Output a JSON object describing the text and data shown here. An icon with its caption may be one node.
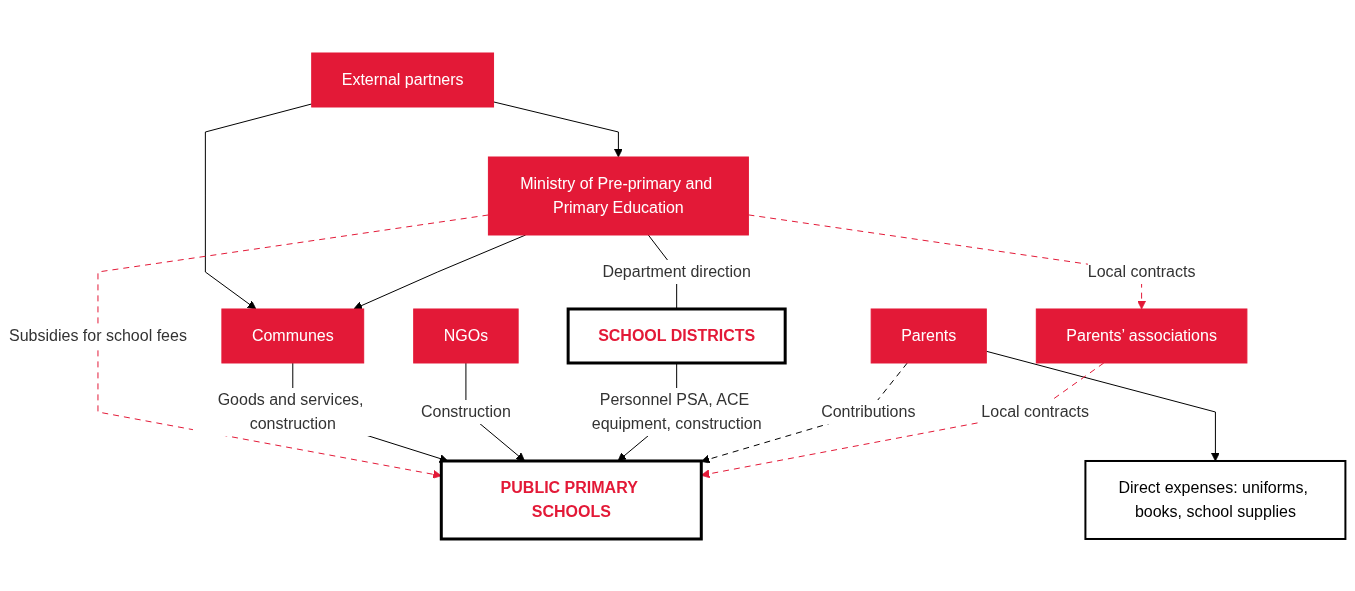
{
  "diagram": {
    "nodes": [
      {
        "text": [
          "External partners"
        ]
      },
      {
        "text": [
          "Ministry of Pre-primary and Primary Education"
        ]
      },
      {
        "text": [
          "Communes"
        ]
      },
      {
        "text": [
          "SCHOOL DISTRICTS"
        ]
      },
      {
        "text": [
          "Parents"
        ]
      },
      {
        "text": [
          "NGOs"
        ]
      },
      {
        "text": [
          "Parents’ associations"
        ]
      },
      {
        "text": [
          "PUBLIC PRIMARY SCHOOLS"
        ]
      },
      {
        "text": [
          "Direct expenses: uniforms, books, school supplies"
        ]
      }
    ],
    "edges": [
      {
        "from": 0,
        "to": 1,
        "arrow": "to"
      },
      {
        "from": 0,
        "to": 2,
        "arrow": "to"
      },
      {
        "from": 1,
        "to": 2,
        "arrow": "to"
      },
      {
        "from": 1,
        "to": 3,
        "arrow": "none",
        "label": "Department direction"
      },
      {
        "from": 1,
        "to": 7,
        "arrow": "to",
        "label": "Subsidies for school fees",
        "style": "dashed",
        "color": "#e31937"
      },
      {
        "from": 1,
        "to": 6,
        "arrow": "to",
        "label": "Local contracts",
        "style": "dashed",
        "color": "#e31937"
      },
      {
        "from": 2,
        "to": 7,
        "arrow": "to",
        "label": "Goods and services, construction"
      },
      {
        "from": 5,
        "to": 7,
        "arrow": "to",
        "label": "Construction"
      },
      {
        "from": 3,
        "to": 7,
        "arrow": "to",
        "label": "Personnel PSA, ACE equipment, construction"
      },
      {
        "from": 4,
        "to": 7,
        "arrow": "to",
        "label": "Contributions",
        "style": "dashed"
      },
      {
        "from": 4,
        "to": 8,
        "arrow": "to"
      },
      {
        "from": 6,
        "to": 7,
        "arrow": "to",
        "label": "Local contracts",
        "style": "dashed",
        "color": "#e31937"
      }
    ]
  }
}
